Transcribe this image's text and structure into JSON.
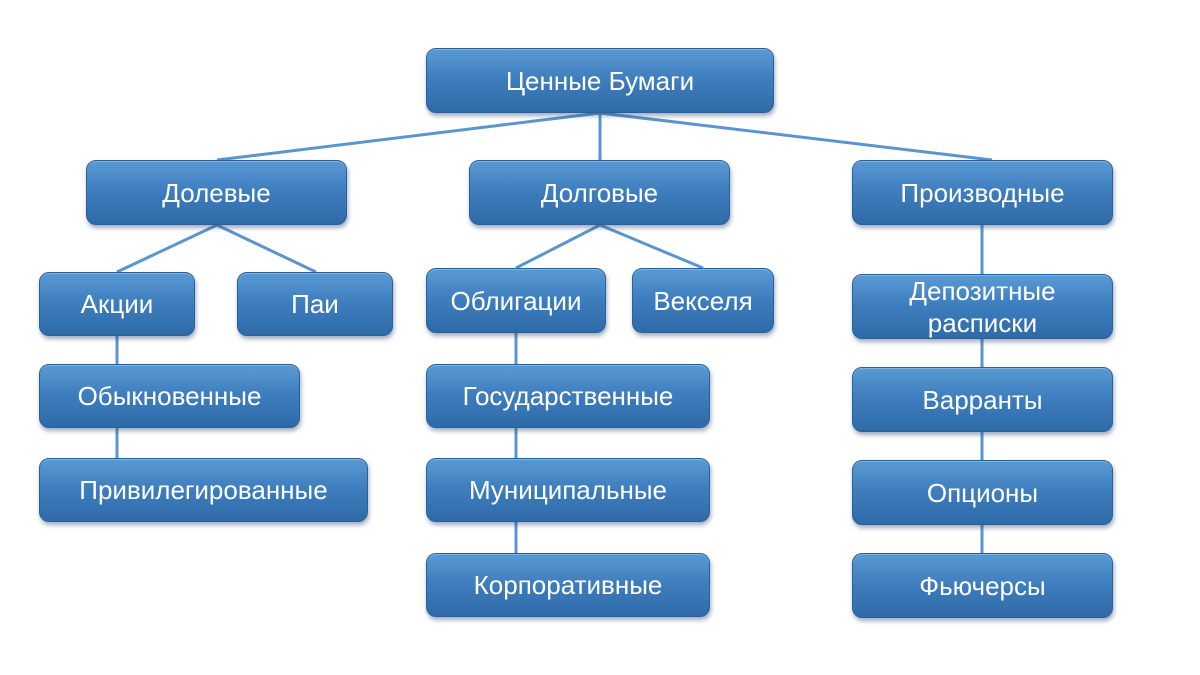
{
  "diagram": {
    "root": {
      "label": "Ценные Бумаги"
    },
    "categories": {
      "equity": {
        "label": "Долевые",
        "stocks": "Акции",
        "units": "Паи",
        "common": "Обыкновенные",
        "preferred": "Привилегированные"
      },
      "debt": {
        "label": "Долговые",
        "bonds": "Облигации",
        "bills": "Векселя",
        "government": "Государственные",
        "municipal": "Муниципальные",
        "corporate": "Корпоративные"
      },
      "derivatives": {
        "label": "Производные",
        "receipts": "Депозитные расписки",
        "warrants": "Варранты",
        "options": "Опционы",
        "futures": "Фьючерсы"
      }
    }
  }
}
